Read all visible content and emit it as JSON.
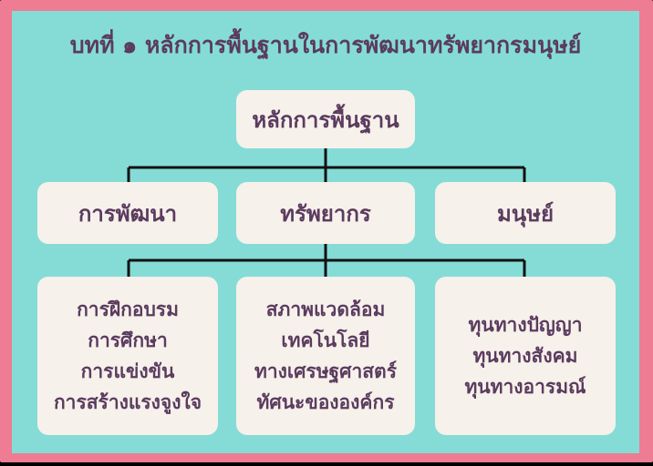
{
  "title": "บทที่ ๑ หลักการพื้นฐานในการพัฒนาทรัพยากรมนุษย์",
  "root": "หลักการพื้นฐาน",
  "level1": [
    "การพัฒนา",
    "ทรัพยากร",
    "มนุษย์"
  ],
  "level2": [
    {
      "lines": [
        "การฝึกอบรม",
        "การศึกษา",
        "การแข่งขัน",
        "การสร้างแรงจูงใจ"
      ]
    },
    {
      "lines": [
        "สภาพแวดล้อม",
        "เทคโนโลยี",
        "ทางเศรษฐศาสตร์",
        "ทัศนะขององค์กร"
      ]
    },
    {
      "lines": [
        "ทุนทางปัญญา",
        "ทุนทางสังคม",
        "ทุนทางอารมณ์"
      ]
    }
  ],
  "colors": {
    "border": "#ee7c92",
    "background": "#85dcd7",
    "box": "#f6f1ea",
    "text": "#5b3b5f",
    "connector": "#111111"
  }
}
